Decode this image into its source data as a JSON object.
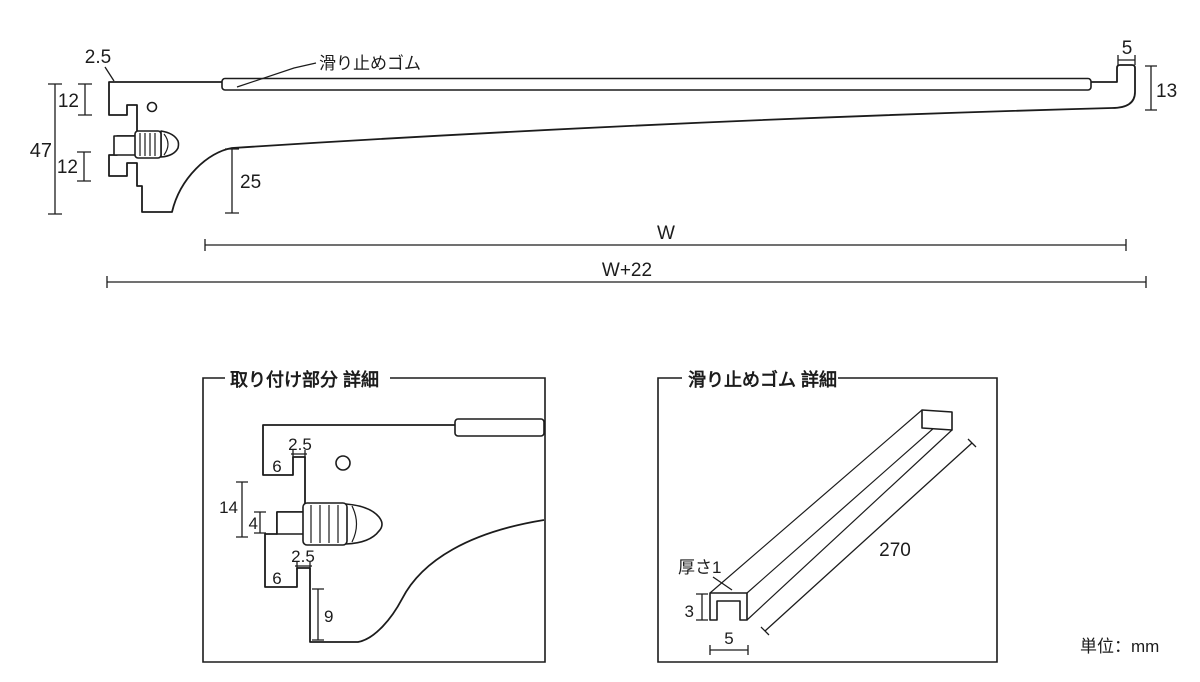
{
  "meta": {
    "unit_note": "単位：mm",
    "line_color": "#1c1c1c",
    "background": "#ffffff"
  },
  "main_view": {
    "rubber_label": "滑り止めゴム",
    "dims": {
      "top_thickness": "2.5",
      "upper_slot_pitch": "12",
      "mount_height": "47",
      "lower_slot_pitch": "12",
      "arm_root_depth": "25",
      "lip_width": "5",
      "lip_height": "13",
      "shelf_width": "W",
      "overall_width": "W+22"
    }
  },
  "mount_detail": {
    "title": "取り付け部分 詳細",
    "dims": {
      "upper_ledge": "6",
      "upper_notch": "2.5",
      "hook_to_pin": "14",
      "pin_thickness": "4",
      "lower_notch": "2.5",
      "lower_ledge": "6",
      "foot_drop": "9"
    }
  },
  "rubber_detail": {
    "title": "滑り止めゴム 詳細",
    "dims": {
      "thickness_label": "厚さ1",
      "height": "3",
      "width": "5",
      "length": "270"
    }
  }
}
